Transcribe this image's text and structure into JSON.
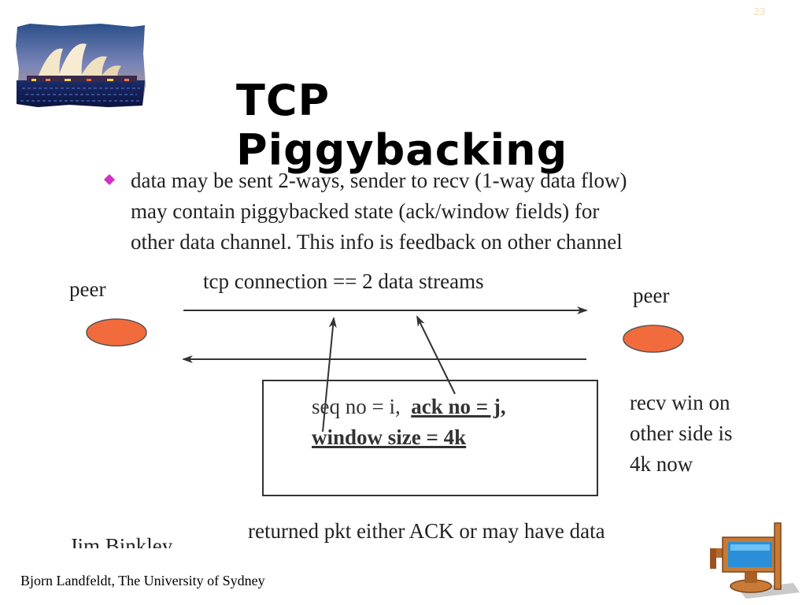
{
  "slide": {
    "number": "23",
    "title": "TCP Piggybacking",
    "bullet": {
      "lines": [
        "data may be sent 2-ways,  sender to recv (1-way data flow)",
        "may contain piggybacked state (ack/window fields) for",
        "other data channel.  This info is feedback on other channel"
      ]
    }
  },
  "diagram": {
    "left_peer": "peer",
    "right_peer": "peer",
    "connection_label": "tcp connection == 2 data streams",
    "box": {
      "seq": "seq no = i,",
      "ack": "ack no = j,",
      "window": "window size = 4k"
    },
    "recv_note": [
      "recv win on",
      "other side is",
      "4k now"
    ],
    "returned_note": "returned pkt either ACK or may have data",
    "cutoff_text": "Jim Binkley",
    "colors": {
      "peer_fill": "#f26b3c",
      "bullet": "#d42fc8"
    }
  },
  "footer": {
    "text": "Bjorn Landfeldt, The University of Sydney"
  },
  "icons": [
    "sydney-opera-house-logo",
    "diamond-bullet-icon",
    "computer-icon"
  ]
}
